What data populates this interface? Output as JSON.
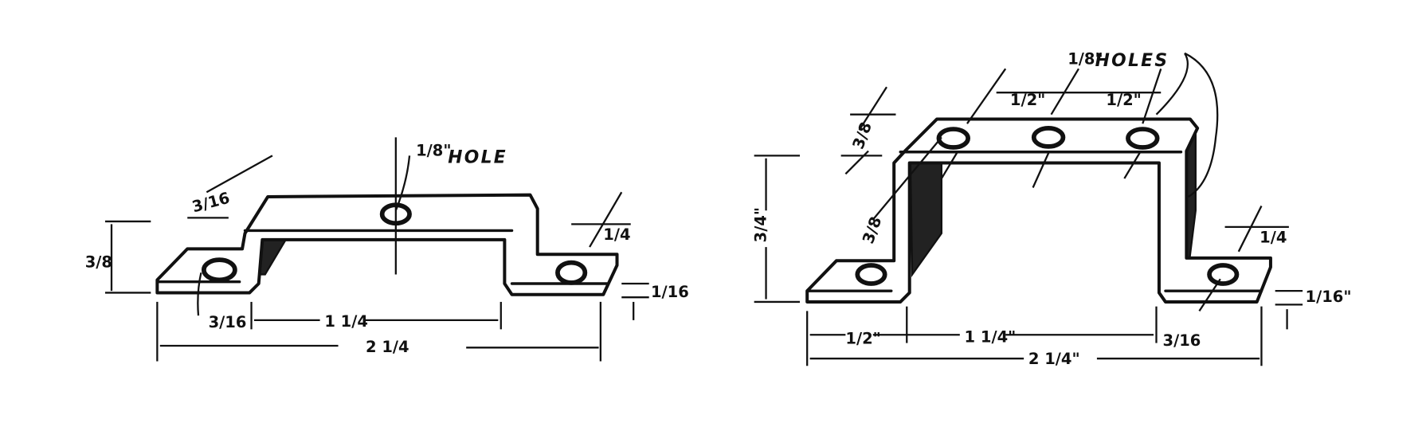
{
  "left_bracket": {
    "hole_note": {
      "size": "1/8\"",
      "text": "HOLE"
    },
    "dims": {
      "plate_width": "3/16",
      "tab_height": "3/8",
      "tab_width": "1/4",
      "thickness": "1/16",
      "hole_offset": "3/16",
      "inner_span": "1 1/4",
      "overall_length": "2 1/4"
    }
  },
  "right_bracket": {
    "hole_note": {
      "size": "1/8\"",
      "text": "HOLES"
    },
    "dims": {
      "hole_spacing_1": "1/2\"",
      "hole_spacing_2": "1/2\"",
      "plate_width": "3/8",
      "height": "3/4\"",
      "riser_width": "3/8",
      "tab_width": "1/4",
      "thickness": "1/16\"",
      "tab_length": "1/2\"",
      "inner_span": "1 1/4\"",
      "hole_offset": "3/16",
      "overall_length": "2 1/4\""
    }
  },
  "colors": {
    "ink": "#111111",
    "paper": "#ffffff"
  }
}
